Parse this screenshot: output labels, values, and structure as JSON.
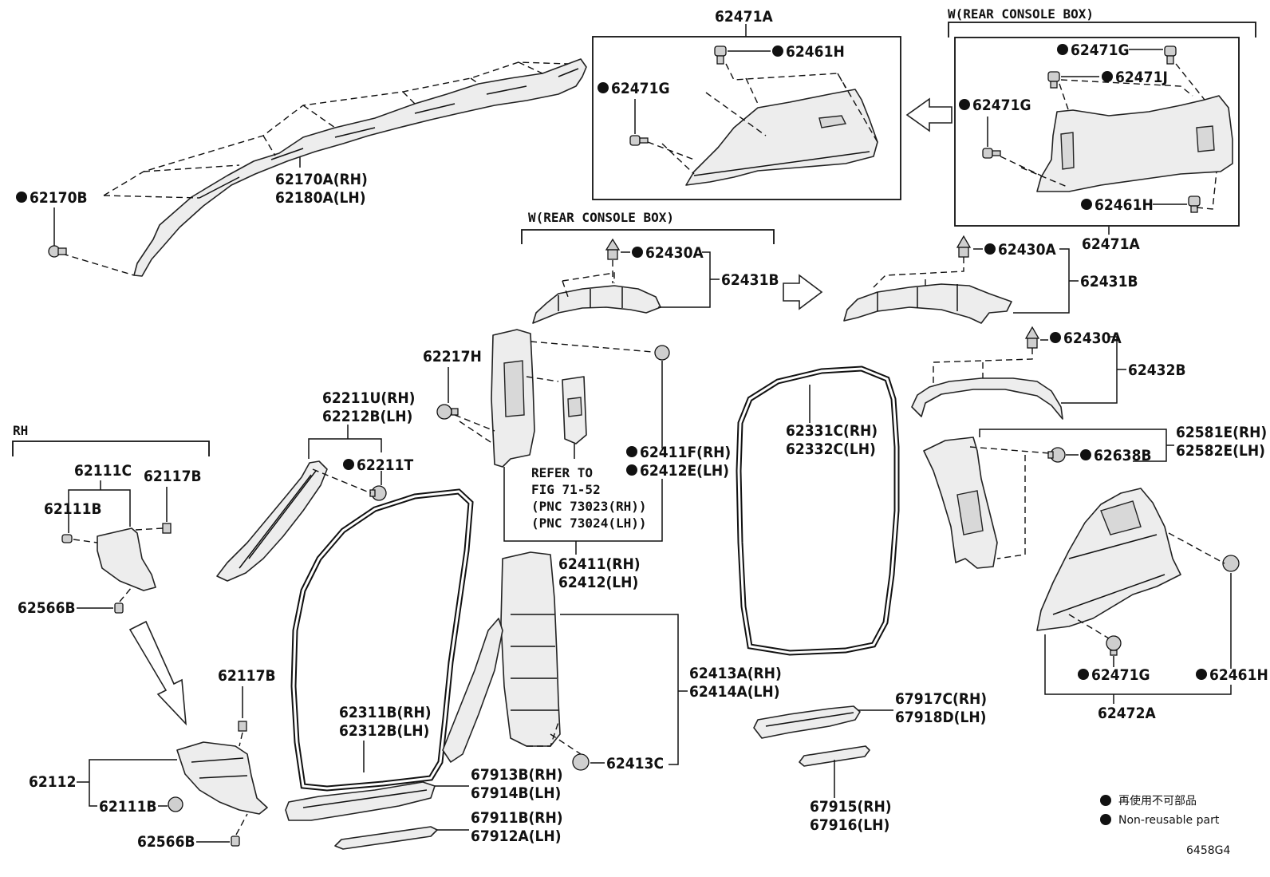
{
  "figure_id": "6458G4",
  "group_headers": {
    "rh": "RH",
    "rear_console_box_1": "W(REAR CONSOLE BOX)",
    "rear_console_box_2": "W(REAR CONSOLE BOX)"
  },
  "legend": {
    "jp": "再使用不可部品",
    "en": "Non-reusable part"
  },
  "refer_note": {
    "line1": "REFER TO",
    "line2": "FIG 71-52",
    "line3": "(PNC 73023(RH))",
    "line4": "(PNC 73024(LH))"
  },
  "labels": {
    "p62471A_top": "62471A",
    "p62461H_a": "62461H",
    "p62471G_a": "62471G",
    "p62471G_b": "62471G",
    "p62471J": "62471J",
    "p62471G_c": "62471G",
    "p62461H_b": "62461H",
    "p62471A_bot": "62471A",
    "p62170B": "62170B",
    "p62170A": "62170A(RH)",
    "p62180A": "62180A(LH)",
    "p62430A_a": "62430A",
    "p62431B_a": "62431B",
    "p62430A_b": "62430A",
    "p62431B_b": "62431B",
    "p62430A_c": "62430A",
    "p62432B": "62432B",
    "p62217H": "62217H",
    "p62411F": "62411F(RH)",
    "p62412E": "62412E(LH)",
    "p62211U": "62211U(RH)",
    "p62212B": "62212B(LH)",
    "p62211T": "62211T",
    "p62331C": "62331C(RH)",
    "p62332C": "62332C(LH)",
    "p62581E": "62581E(RH)",
    "p62582E": "62582E(LH)",
    "p62638B": "62638B",
    "p62111C": "62111C",
    "p62117B_a": "62117B",
    "p62111B_a": "62111B",
    "p62566B_a": "62566B",
    "p62411": "62411(RH)",
    "p62412": "62412(LH)",
    "p62413A": "62413A(RH)",
    "p62414A": "62414A(LH)",
    "p62471G_d": "62471G",
    "p62461H_c": "62461H",
    "p62472A": "62472A",
    "p62117B_b": "62117B",
    "p62311B": "62311B(RH)",
    "p62312B": "62312B(LH)",
    "p62112": "62112",
    "p62111B_b": "62111B",
    "p62566B_b": "62566B",
    "p67913B": "67913B(RH)",
    "p67914B": "67914B(LH)",
    "p67911B": "67911B(RH)",
    "p67912A": "67912A(LH)",
    "p62413C": "62413C",
    "p67917C": "67917C(RH)",
    "p67918D": "67918D(LH)",
    "p67915": "67915(RH)",
    "p67916": "67916(LH)"
  }
}
